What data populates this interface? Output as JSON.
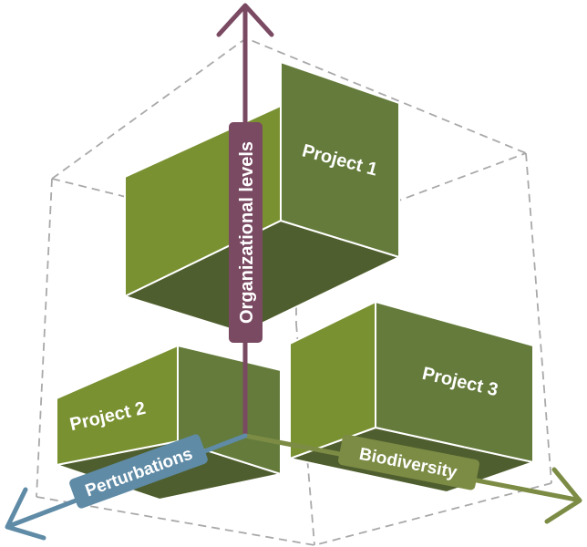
{
  "diagram": {
    "axes": {
      "vertical": {
        "label": "Organizational levels",
        "color": "#7a4a62"
      },
      "left": {
        "label": "Perturbations",
        "color": "#5f8ba6"
      },
      "right": {
        "label": "Biodiversity",
        "color": "#7c8c45"
      }
    },
    "boxes": [
      {
        "label": "Project 1"
      },
      {
        "label": "Project 2"
      },
      {
        "label": "Project 3"
      }
    ],
    "colors": {
      "box_front": "#7a9132",
      "box_side": "#647b3b",
      "box_bottom": "#4f5e2e",
      "frame": "#aaaaaa"
    }
  }
}
